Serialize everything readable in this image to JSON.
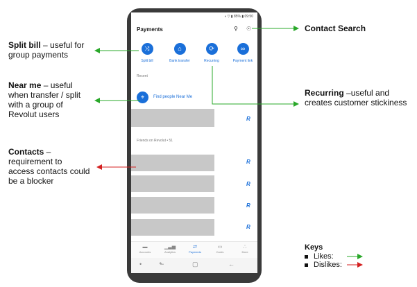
{
  "status_bar": {
    "text": "◖ ▽ ▮ 85% ▮ 09:50"
  },
  "app": {
    "title": "Payments"
  },
  "actions": [
    {
      "label": "Split bill",
      "glyph": "⤨"
    },
    {
      "label": "Bank transfer",
      "glyph": "⌂"
    },
    {
      "label": "Recurring",
      "glyph": "⟳"
    },
    {
      "label": "Payment link",
      "glyph": "∞"
    }
  ],
  "sections": {
    "recent": "Recent",
    "friends": "Friends on Revolut • 51"
  },
  "find_people": {
    "label": "Find people Near Me",
    "glyph": "⌖"
  },
  "revolut_mark": "R",
  "nav": [
    {
      "label": "Accounts",
      "glyph": "▬"
    },
    {
      "label": "Analytics",
      "glyph": "▁▃▅"
    },
    {
      "label": "Payments",
      "glyph": "⇄"
    },
    {
      "label": "Cards",
      "glyph": "▭"
    },
    {
      "label": "More",
      "glyph": "∴"
    }
  ],
  "system_nav": {
    "dot": "•",
    "recent": "⬑",
    "home": "▢",
    "back": "←"
  },
  "annotations": {
    "split_bill": {
      "title": "Split bill",
      "text": " – useful for group payments"
    },
    "near_me": {
      "title": "Near me",
      "text": " – useful when transfer / split with a group of Revolut users"
    },
    "contacts": {
      "title": "Contacts",
      "text": " – requirement to access contacts could be a blocker"
    },
    "contact_search": {
      "title": "Contact Search"
    },
    "recurring": {
      "title": "Recurring",
      "text": " –useful and creates customer stickiness"
    }
  },
  "keys": {
    "title": "Keys",
    "likes": "Likes:",
    "dislikes": "Dislikes:",
    "like_color": "#2aa82a",
    "dislike_color": "#d42020"
  }
}
